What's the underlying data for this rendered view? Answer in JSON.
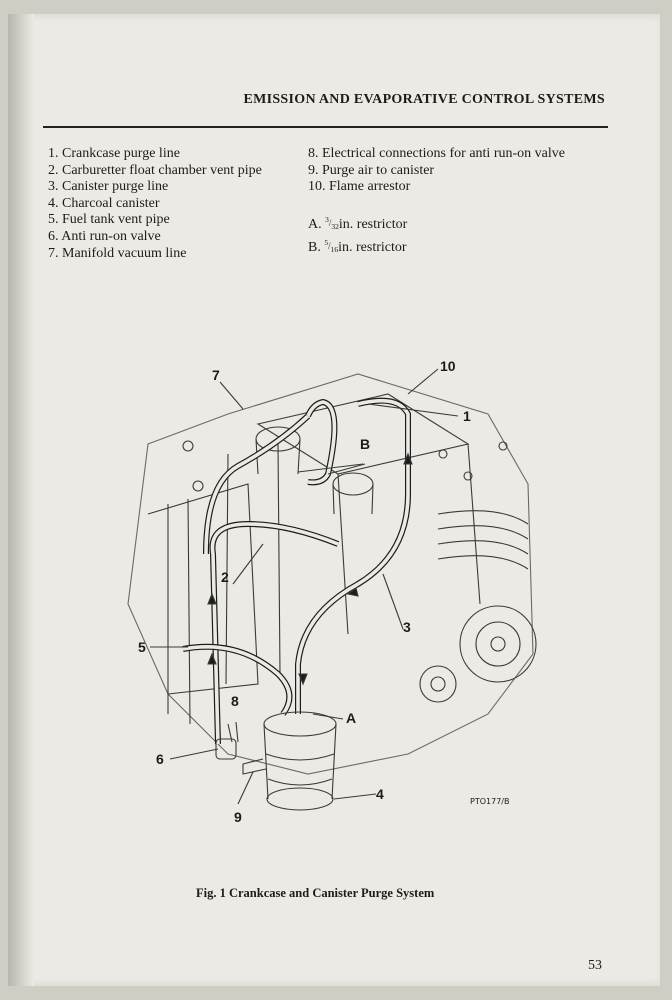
{
  "header": {
    "title": "EMISSION AND EVAPORATIVE CONTROL SYSTEMS"
  },
  "legend": {
    "left": [
      "1. Crankcase purge line",
      "2. Carburetter float chamber vent pipe",
      "3. Canister purge line",
      "4. Charcoal canister",
      "5. Fuel tank vent pipe",
      "6. Anti run-on valve",
      "7. Manifold vacuum line"
    ],
    "right": [
      "8. Electrical connections for anti run-on valve",
      "9. Purge air to canister",
      "10. Flame arrestor"
    ],
    "restrictors": [
      {
        "letter": "A.",
        "num": "3",
        "den": "32",
        "text": "in. restrictor"
      },
      {
        "letter": "B.",
        "num": "5",
        "den": "16",
        "text": "in. restrictor"
      }
    ]
  },
  "diagram": {
    "callouts": [
      "1",
      "2",
      "3",
      "4",
      "5",
      "6",
      "7",
      "8",
      "9",
      "10",
      "A",
      "B"
    ],
    "code": "PTO177/B"
  },
  "figure": {
    "caption": "Fig. 1 Crankcase and Canister Purge System"
  },
  "page": {
    "number": "53"
  }
}
